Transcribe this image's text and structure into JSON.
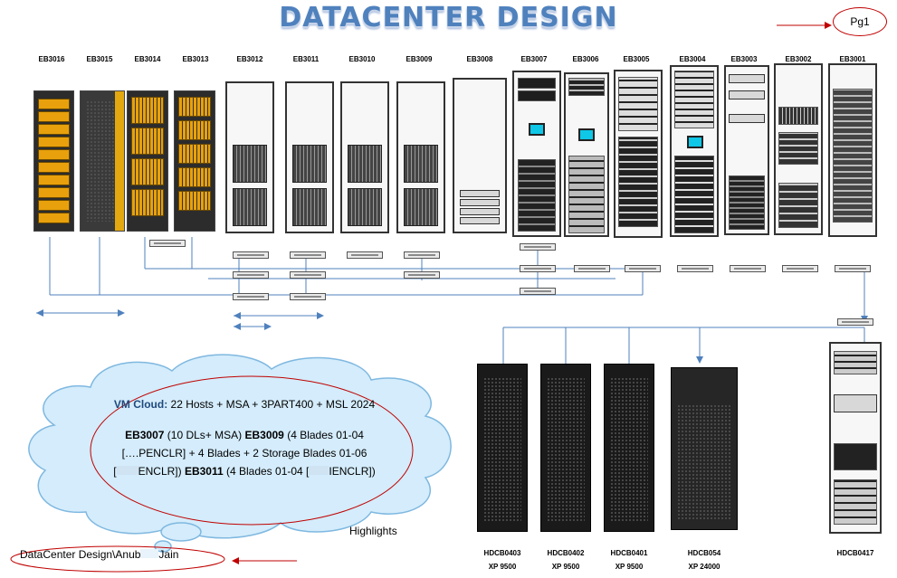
{
  "title": "DATACENTER DESIGN",
  "page_tag": "Pg1",
  "racks_top": [
    {
      "id": "EB3016"
    },
    {
      "id": "EB3015"
    },
    {
      "id": "EB3014"
    },
    {
      "id": "EB3013"
    },
    {
      "id": "EB3012"
    },
    {
      "id": "EB3011"
    },
    {
      "id": "EB3010"
    },
    {
      "id": "EB3009"
    },
    {
      "id": "EB3008"
    },
    {
      "id": "EB3007"
    },
    {
      "id": "EB3006"
    },
    {
      "id": "EB3005"
    },
    {
      "id": "EB3004"
    },
    {
      "id": "EB3003"
    },
    {
      "id": "EB3002"
    },
    {
      "id": "EB3001"
    }
  ],
  "racks_bottom": [
    {
      "id": "HDCB0403",
      "sub": "XP 9500"
    },
    {
      "id": "HDCB0402",
      "sub": "XP 9500"
    },
    {
      "id": "HDCB0401",
      "sub": "XP 9500"
    },
    {
      "id": "HDCB054",
      "sub": "XP 24000"
    },
    {
      "id": "HDCB0417",
      "sub": ""
    }
  ],
  "cloud": {
    "line1_bold": "VM Cloud:",
    "line1_rest": " 22 Hosts + MSA + 3PART400 + MSL 2024",
    "line2_bold_a": "EB3007",
    "line2_rest_a": " (10 DLs+ MSA) ",
    "line2_bold_b": "EB3009",
    "line2_rest_b": " (4 Blades 01-04",
    "line3": "[….PENCLR] + 4 Blades + 2 Storage Blades 01-06",
    "line4_a": "[",
    "line4_b": "ENCLR]) ",
    "line4_bold": "EB3011",
    "line4_rest": " (4 Blades 01-04 [",
    "line4_end": "IENCLR])"
  },
  "highlights_label": "Highlights",
  "footer_path": "DataCenter Design\\Anub",
  "footer_path_end": "Jain",
  "colors": {
    "title": "#4f81bd",
    "link": "#4f81bd",
    "annotation": "#c00000",
    "cloud_fill": "#d4ecfb",
    "cloud_border": "#7fb8e0"
  }
}
